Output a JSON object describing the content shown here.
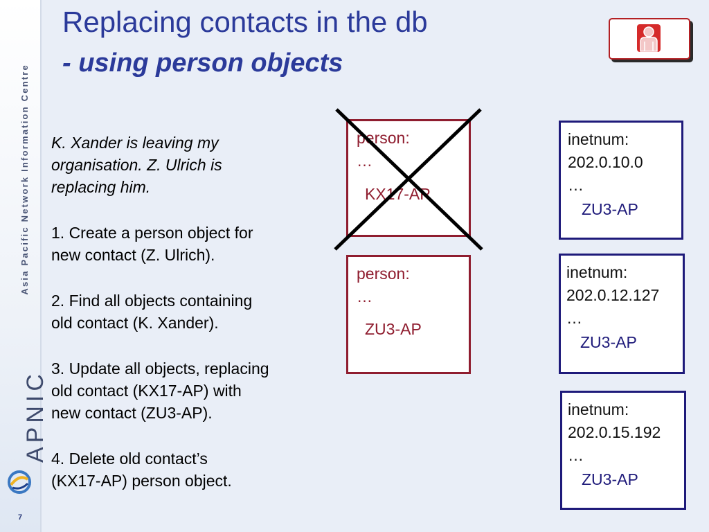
{
  "title": {
    "main": "Replacing contacts in the db",
    "sub": "- using person objects"
  },
  "sidebar": {
    "org_name": "Asia Pacific Network Information Centre",
    "logo_text": "APNIC",
    "page_number": "7"
  },
  "body": {
    "intro": [
      "K. Xander is leaving my",
      "organisation. Z. Ulrich is",
      "replacing him."
    ],
    "steps": [
      [
        "1. Create a person object for",
        "new contact (Z. Ulrich)."
      ],
      [
        "2. Find all objects containing",
        "old contact (K. Xander)."
      ],
      [
        "3. Update all objects,  replacing",
        "old contact (KX17-AP) with",
        "new contact (ZU3-AP)."
      ],
      [
        "4. Delete old contact’s",
        "(KX17-AP) person object."
      ]
    ]
  },
  "objects": {
    "person_old": {
      "type": "person:",
      "ellipsis": "…",
      "contact": "KX17-AP"
    },
    "person_new": {
      "type": "person:",
      "ellipsis": "…",
      "contact": "ZU3-AP"
    },
    "inetnums": [
      {
        "type": "inetnum:",
        "address": "202.0.10.0",
        "ellipsis": "…",
        "contact": "ZU3-AP"
      },
      {
        "type": "inetnum:",
        "address": "202.0.12.127",
        "ellipsis": "…",
        "contact": "ZU3-AP"
      },
      {
        "type": "inetnum:",
        "address": "202.0.15.192",
        "ellipsis": "…",
        "contact": "ZU3-AP"
      }
    ]
  },
  "icons": {
    "person_button": "person-icon",
    "strike": "cross-out-icon"
  },
  "colors": {
    "title": "#2b3a9a",
    "person_border": "#8f1d2f",
    "inetnum_border": "#1e1a7a",
    "button_accent": "#d52a2a"
  }
}
